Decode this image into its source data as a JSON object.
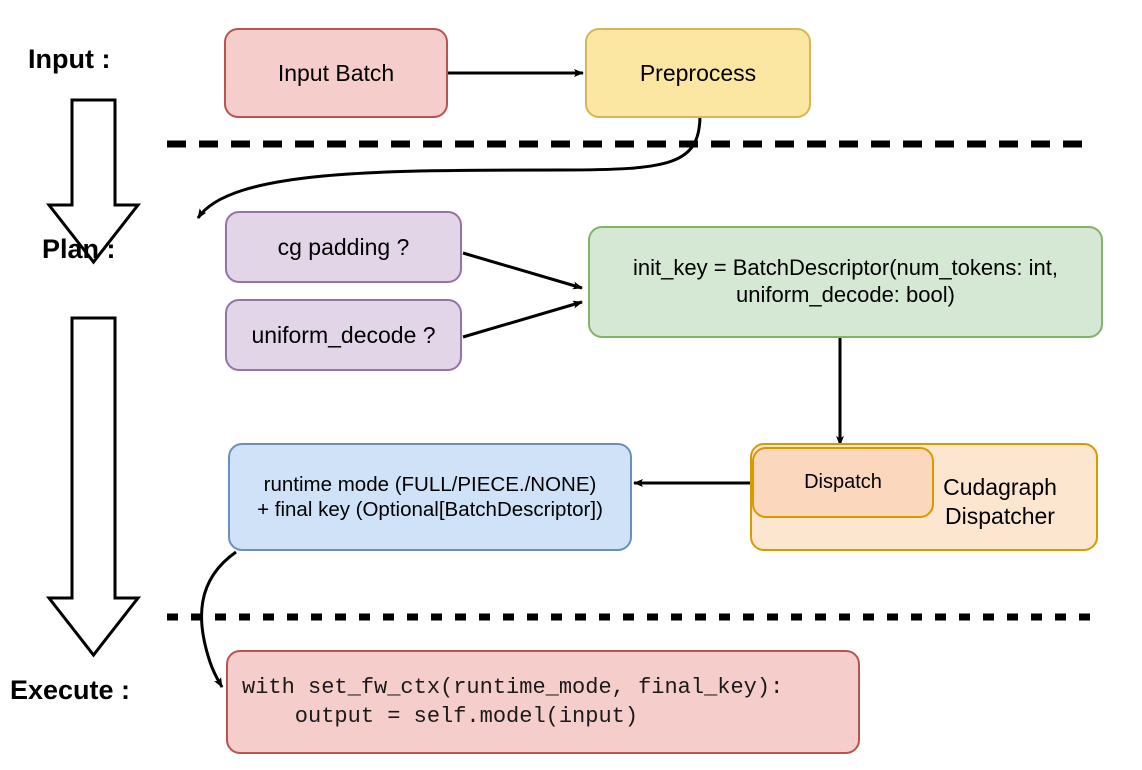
{
  "diagram": {
    "title": "Cudagraph dispatch pipeline",
    "stages": [
      {
        "id": "input",
        "label": "Input :"
      },
      {
        "id": "plan",
        "label": "Plan :"
      },
      {
        "id": "execute",
        "label": "Execute :"
      }
    ],
    "nodes": {
      "input_batch": {
        "label": "Input Batch",
        "fill": "#f5cecc",
        "stroke": "#b85450"
      },
      "preprocess": {
        "label": "Preprocess",
        "fill": "#fbe6a2",
        "stroke": "#d6b656"
      },
      "cg_padding": {
        "label": "cg padding ?",
        "fill": "#e1d5e7",
        "stroke": "#9673a6"
      },
      "uniform_decode": {
        "label": "uniform_decode ?",
        "fill": "#e1d5e7",
        "stroke": "#9673a6"
      },
      "init_key": {
        "label": "init_key = BatchDescriptor(num_tokens: int,\nuniform_decode: bool)",
        "fill": "#d5e8d4",
        "stroke": "#82b366"
      },
      "runtime_mode": {
        "label": "runtime mode (FULL/PIECE./NONE)\n+ final key (Optional[BatchDescriptor])",
        "fill": "#cfe2f7",
        "stroke": "#6c8ebf"
      },
      "dispatch": {
        "label": "Dispatch",
        "fill": "#fad7bd",
        "stroke": "#d79b00"
      },
      "cudagraph_dispatcher": {
        "label": "Cudagraph\nDispatcher",
        "fill": "#fde6d0",
        "stroke": "#d79b00"
      },
      "code_block": {
        "label": "with set_fw_ctx(runtime_mode, final_key):\n    output = self.model(input)",
        "fill": "#f5cecc",
        "stroke": "#b85450"
      }
    },
    "separators": [
      {
        "id": "input-plan-divider",
        "color": "#000000"
      },
      {
        "id": "plan-execute-divider",
        "color": "#000000"
      }
    ],
    "stage_arrows": [
      {
        "id": "input-to-plan-arrow"
      },
      {
        "id": "plan-to-execute-arrow"
      }
    ],
    "edges": [
      {
        "id": "input-batch-to-preprocess"
      },
      {
        "id": "preprocess-to-cg-padding"
      },
      {
        "id": "cg-padding-to-init-key"
      },
      {
        "id": "uniform-decode-to-init-key"
      },
      {
        "id": "init-key-to-dispatch"
      },
      {
        "id": "dispatch-to-runtime-mode"
      },
      {
        "id": "runtime-mode-to-code-block"
      }
    ],
    "colors": {
      "edge": "#000000",
      "background": "#ffffff",
      "text": "#000000"
    }
  }
}
